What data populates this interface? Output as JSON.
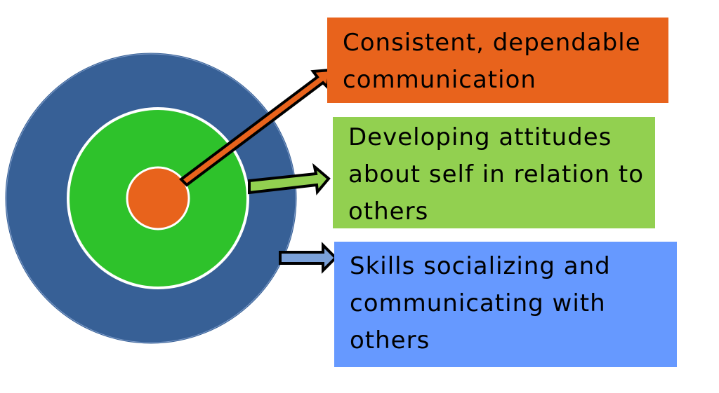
{
  "boxes": [
    {
      "lines": [
        "Consistent, dependable",
        "communication"
      ],
      "color": "#e8631c"
    },
    {
      "lines": [
        "Developing attitudes",
        "about self in relation to",
        "others"
      ],
      "color": "#92d050"
    },
    {
      "lines": [
        "Skills socializing and",
        "communicating with",
        "others"
      ],
      "color": "#6699ff"
    }
  ],
  "rings": {
    "outer": "#376096",
    "middle": "#2ec22b",
    "inner": "#e8631c"
  }
}
